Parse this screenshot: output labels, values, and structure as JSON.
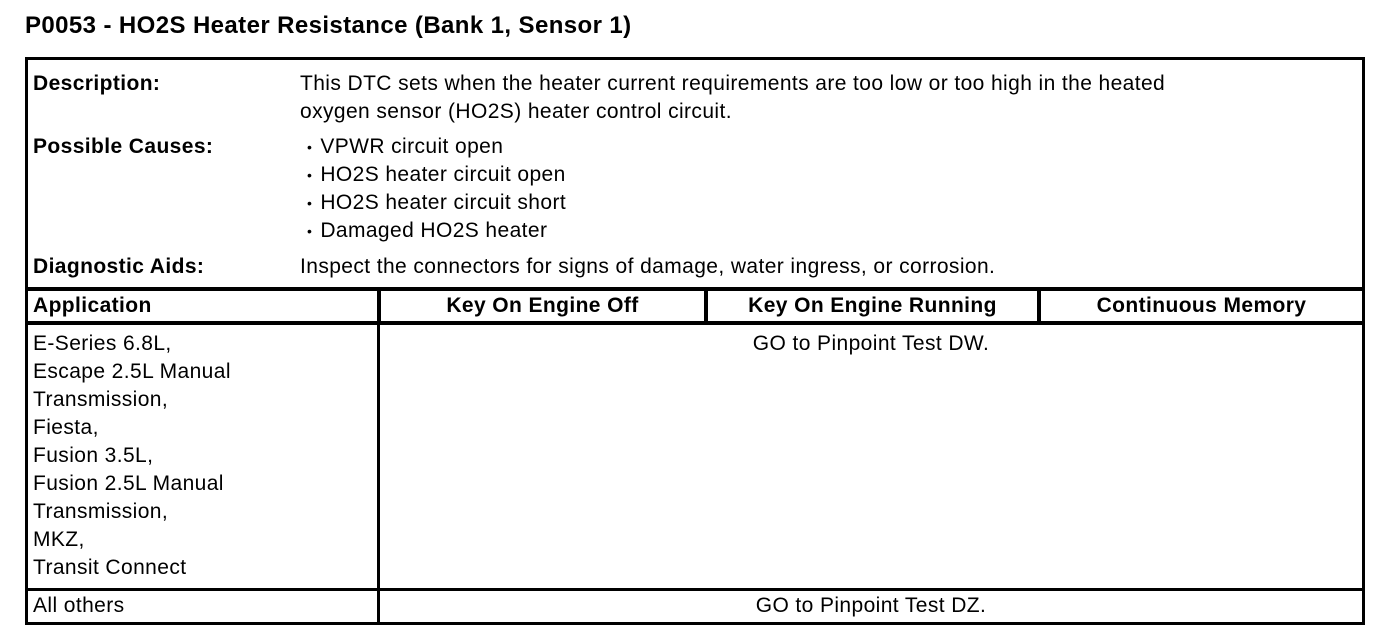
{
  "page_title": "P0053 - HO2S Heater Resistance (Bank 1, Sensor 1)",
  "info": {
    "description_label": "Description:",
    "description_text": "This DTC sets when the heater current requirements are too low or too high in the heated\noxygen sensor (HO2S) heater control circuit.",
    "possible_causes_label": "Possible Causes:",
    "bullet_glyph": "•",
    "possible_causes": [
      "VPWR circuit open",
      "HO2S heater circuit open",
      "HO2S heater circuit short",
      "Damaged HO2S heater"
    ],
    "diagnostic_aids_label": "Diagnostic Aids:",
    "diagnostic_aids_text": "Inspect the connectors for signs of damage, water ingress, or corrosion."
  },
  "table": {
    "headers": [
      "Application",
      "Key On Engine Off",
      "Key On Engine Running",
      "Continuous Memory"
    ],
    "rows": [
      {
        "application": "E-Series 6.8L,\nEscape 2.5L Manual\nTransmission,\nFiesta,\nFusion 3.5L,\nFusion 2.5L Manual\nTransmission,\nMKZ,\nTransit Connect",
        "action": "GO to Pinpoint Test DW."
      },
      {
        "application": "All others",
        "action": "GO to Pinpoint Test DZ."
      }
    ]
  },
  "colors": {
    "text": "#000000",
    "background": "#ffffff",
    "border": "#000000"
  }
}
